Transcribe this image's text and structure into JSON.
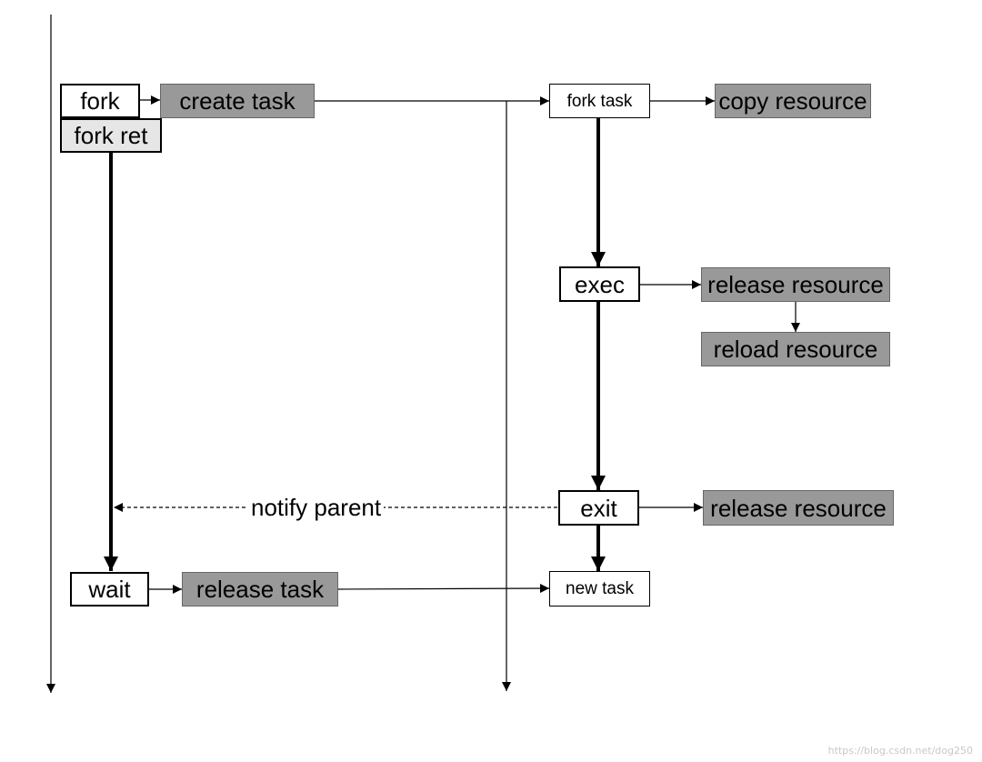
{
  "nodes": {
    "fork": "fork",
    "fork_ret": "fork ret",
    "create_task": "create task",
    "fork_task": "fork task",
    "copy_resource": "copy resource",
    "exec": "exec",
    "release_resource_exec": "release resource",
    "reload_resource": "reload resource",
    "exit": "exit",
    "release_resource_exit": "release resource",
    "wait": "wait",
    "release_task": "release task",
    "new_task": "new task"
  },
  "labels": {
    "notify_parent": "notify parent"
  },
  "watermark": "https://blog.csdn.net/dog250",
  "colors": {
    "gray_fill": "#999999",
    "light_fill": "#e6e6e6",
    "border": "#000000"
  }
}
